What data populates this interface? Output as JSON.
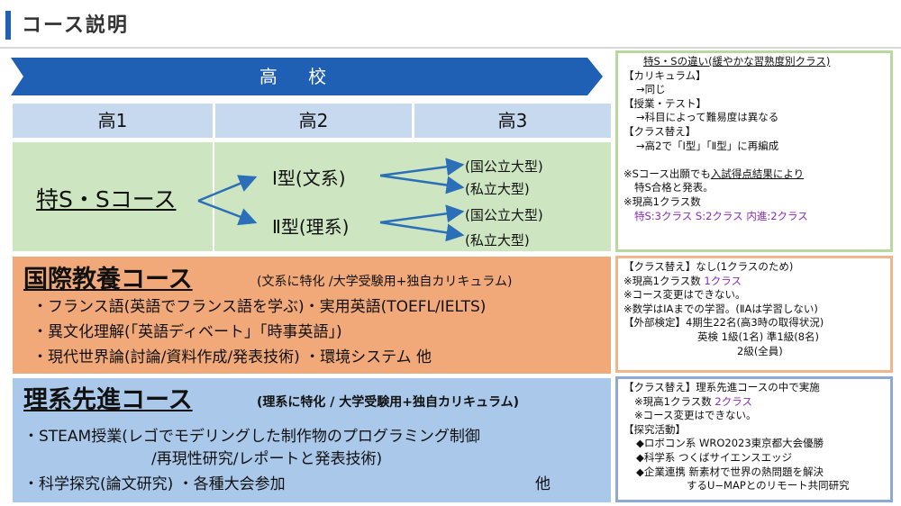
{
  "header": {
    "title": "コース説明"
  },
  "school": {
    "label": "高 校"
  },
  "grades": [
    "高1",
    "高2",
    "高3"
  ],
  "toku": {
    "name": "特S・Sコース",
    "types": [
      {
        "label": "Ⅰ型(文系)",
        "destinations": [
          "(国公立大型)",
          "(私立大型)"
        ]
      },
      {
        "label": "Ⅱ型(理系)",
        "destinations": [
          "(国公立大型)",
          "(私立大型)"
        ]
      }
    ]
  },
  "kokusai": {
    "name": "国際教養コース",
    "subtitle": "(文系に特化 /大学受験用+独自カリキュラム)",
    "lines": [
      "・フランス語(英語でフランス語を学ぶ)・実用英語(TOEFL/IELTS)",
      "・異文化理解(「英語ディベート」「時事英語」)",
      "・現代世界論(討論/資料作成/発表技術) ・環境システム 他"
    ]
  },
  "rikei": {
    "name": "理系先進コース",
    "subtitle": "(理系に特化 / 大学受験用+独自カリキュラム)",
    "line1": "・STEAM授業(レゴでモデリングした制作物のプログラミング制御",
    "line2": "/再現性研究/レポートと発表技術)",
    "line3": "・科学探究(論文研究) ・各種大会参加",
    "line3_tail": "他"
  },
  "side1": {
    "heading": "特S・Sの違い(緩やかな習熟度別クラス)",
    "curriculum_h": "【カリキュラム】",
    "curriculum_v": "→同じ",
    "lesson_h": "【授業・テスト】",
    "lesson_v": "→科目によって難易度は異なる",
    "class_h": "【クラス替え】",
    "class_v": "→高2で「Ⅰ型」「Ⅱ型」に再編成",
    "note1a": "※Sコース出願でも",
    "note1b": "入試得点結果により",
    "note2": "特S合格と発表。",
    "count_h": "※現高1クラス数",
    "count_v": "特S:3クラス S:2クラス 内進:2クラス"
  },
  "side2": {
    "class_change": "【クラス替え】なし(1クラスのため)",
    "count_h": "※現高1クラス数 ",
    "count_v": "1クラス",
    "no_change": "※コース変更はできない。",
    "math": "※数学はⅠAまでの学習。(ⅡAは学習しない)",
    "exam_a": "【外部検定】4期生22名(高3時の取得状況)",
    "exam_b": "英検 1級(1名) 準1級(8名)",
    "exam_c": "2級(全員)"
  },
  "side3": {
    "class_change": "【クラス替え】理系先進コースの中で実施",
    "count_h": "※現高1クラス数 ",
    "count_v": "2クラス",
    "no_change": "※コース変更はできない。",
    "activities": "【探究活動】",
    "robocon": "◆ロボコン系 WRO2023東京都大会優勝",
    "science": "◆科学系 つくばサイエンスエッジ",
    "industry": "◆企業連携 新素材で世界の熱問題を解決",
    "industry2": "するU−MAPとのリモート共同研究"
  },
  "colors": {
    "accent": "#1f5fb4",
    "banner": "#1f5fb4",
    "grade_bg": "#c7d9ee",
    "toku_bg": "#cde5c0",
    "kokusai_bg": "#f2a97a",
    "rikei_bg": "#a9c8ea",
    "arrow": "#2a6fb8",
    "highlight": "#8a2ab8"
  }
}
